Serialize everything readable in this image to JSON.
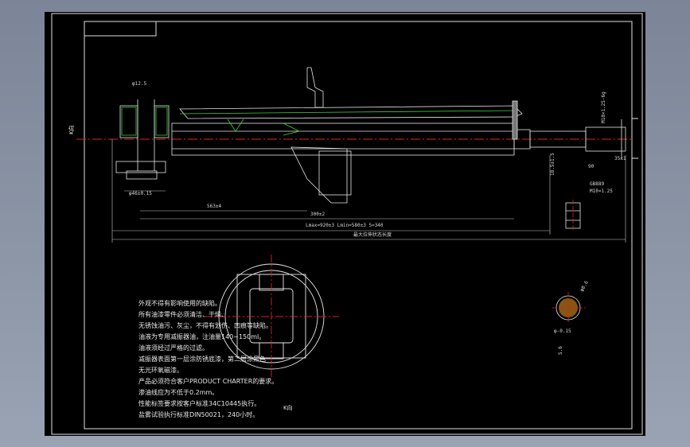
{
  "view_label": "K向",
  "dims": {
    "d_top": "φ12.5",
    "len_1": "563±4",
    "len_2": "300±2",
    "len_lmax": "Lmax=920±3  Lmin=580±3  S=340",
    "len_total": "最大拉伸状态长度",
    "pin": "M10×1.25",
    "end_dim": "35±1",
    "thread_nut": "GB889",
    "nut_spec": "M10×1.25",
    "left_dim": "φ46±0.15",
    "right_small_1": "90",
    "right_small_2": "18.5±1.5",
    "right_v": "M10×1.25-6g",
    "sec_dia": "φ8.6",
    "sec_flat": "φ-0.15",
    "sec_dim": "5.6"
  },
  "notes": [
    "外观不得有影响使用的缺陷。",
    "所有油漆零件必须清洁、干燥、",
    "无锈蚀油污、灰尘，不得有划伤、凹痕等缺陷。",
    "油液为专用减振器油，注油量140~150ml。",
    "油液须经过严格的过滤。",
    "减振器表面第一层涂防锈底漆，第二层涂黑色",
    "无光环氧磁漆。",
    "产品必须符合客户PRODUCT CHARTER的要求。",
    "渗油线应为不低于0.2mm。",
    "性能标签要求按客户标准34C10445执行。",
    "盐雾试验执行标准DIN50021，240小时。"
  ]
}
